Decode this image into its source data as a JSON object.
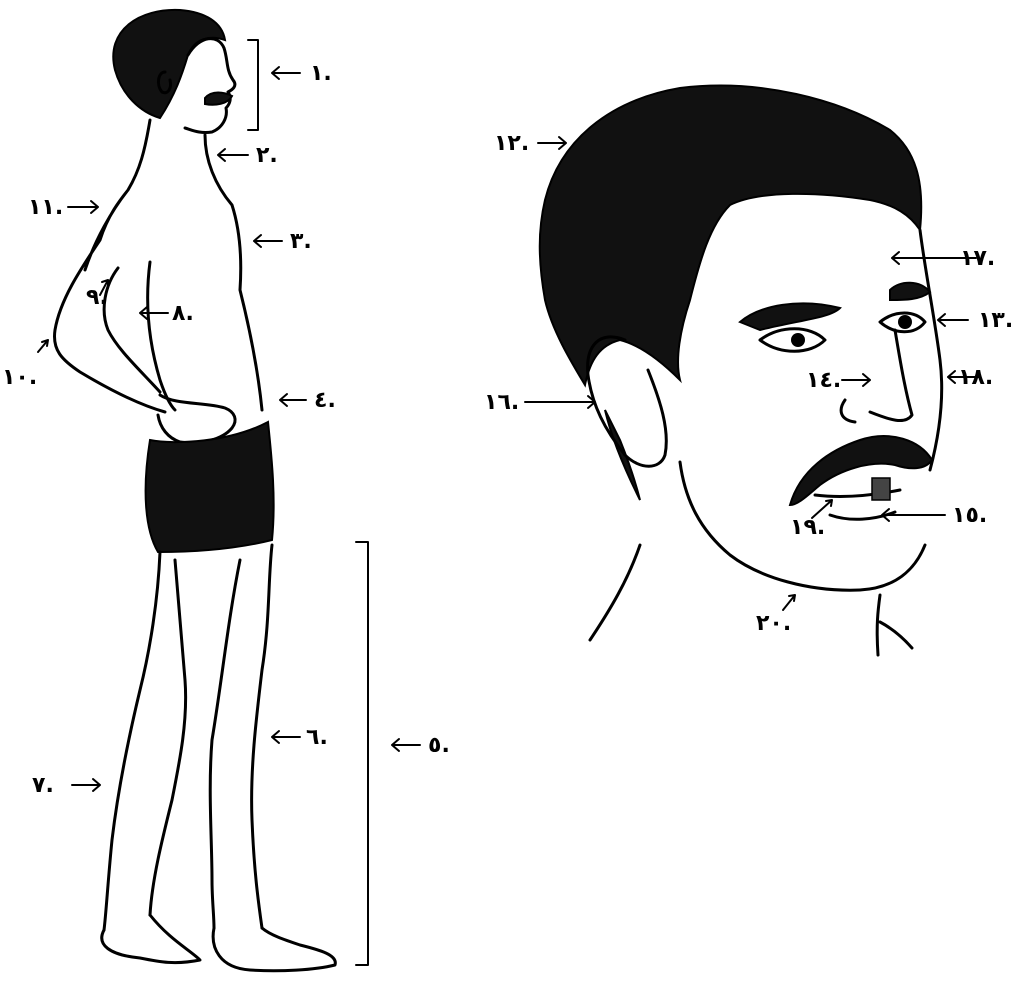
{
  "figure_left": {
    "labels": [
      "۱.",
      "۲.",
      "۳.",
      "٤.",
      "٥.",
      "٦.",
      "٧.",
      "٨.",
      "٩.",
      "۱۰.",
      "۱۱."
    ]
  },
  "figure_right": {
    "labels": [
      "۱۲.",
      "۱۳.",
      "۱٤.",
      "۱٥.",
      "۱٦.",
      "۱٧.",
      "۱٨.",
      "۱٩.",
      "۲۰."
    ]
  },
  "colors": {
    "ink": "#000000",
    "background": "#ffffff",
    "hair": "#111111"
  }
}
